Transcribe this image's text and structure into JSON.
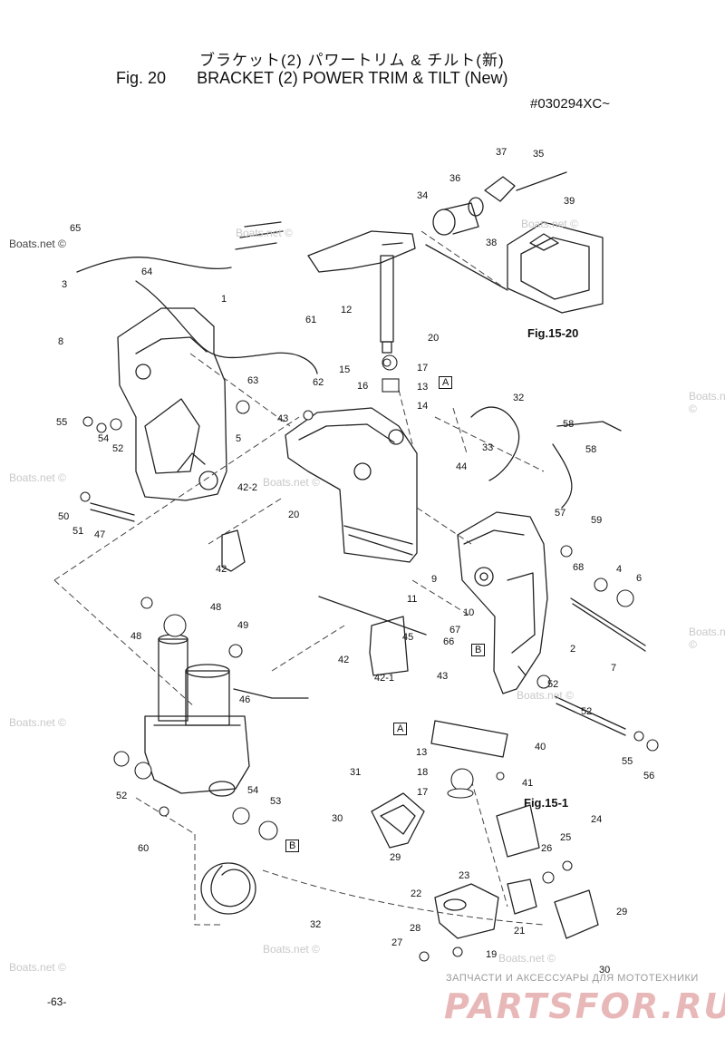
{
  "header": {
    "title_jp": "ブラケット(2) パワートリム & チルト(新)",
    "fig_label": "Fig. 20",
    "title_en": "BRACKET (2) POWER TRIM & TILT (New)",
    "serial": "#030294XC~"
  },
  "watermarks": [
    "Boats.net ©",
    "Boats.net ©",
    "Boats.net ©",
    "Boats.net ©",
    "Boats.net ©",
    "Boats.net ©",
    "Boats.net ©",
    "Boats.net ©",
    "Boats.net ©",
    "Boats.net ©",
    "Boats.net ©",
    "Boats.net ©"
  ],
  "callouts": [
    "1",
    "2",
    "3",
    "4",
    "5",
    "6",
    "7",
    "8",
    "9",
    "10",
    "11",
    "12",
    "13",
    "13",
    "14",
    "15",
    "16",
    "17",
    "17",
    "18",
    "19",
    "20",
    "20",
    "21",
    "22",
    "23",
    "24",
    "25",
    "26",
    "27",
    "28",
    "29",
    "29",
    "30",
    "30",
    "31",
    "32",
    "32",
    "33",
    "34",
    "35",
    "36",
    "37",
    "38",
    "39",
    "40",
    "41",
    "42",
    "42",
    "42-1",
    "42-2",
    "43",
    "43",
    "44",
    "45",
    "46",
    "47",
    "48",
    "48",
    "49",
    "50",
    "51",
    "52",
    "52",
    "52",
    "52",
    "53",
    "54",
    "54",
    "55",
    "55",
    "56",
    "57",
    "58",
    "58",
    "59",
    "60",
    "61",
    "62",
    "63",
    "64",
    "65",
    "66",
    "67",
    "68"
  ],
  "ref_boxes": [
    "A",
    "A",
    "B",
    "B"
  ],
  "fig_refs": [
    "Fig.15-20",
    "Fig.15-1"
  ],
  "page_number": "-63-",
  "shop": {
    "text": "ЗАПЧАСТИ И АКСЕССУАРЫ ДЛЯ МОТОТЕХНИКИ",
    "logo": "PARTSFOR.RU"
  }
}
